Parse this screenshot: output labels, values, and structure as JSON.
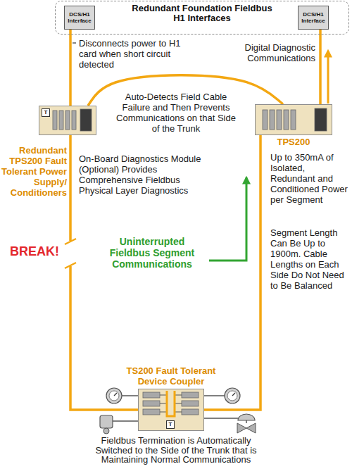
{
  "diagram": {
    "nodes": [
      {
        "text": [
          "Redundant Foundation Fieldbus H1 Interfaces"
        ]
      },
      {
        "text": [
          "DCS/H1 Interface"
        ],
        "in": 0
      },
      {
        "text": [
          "DCS/H1 Interface"
        ],
        "in": 0
      },
      {
        "text": [
          "T"
        ]
      },
      {
        "text": [
          "TPS200"
        ]
      },
      {
        "text": [
          "TS200 Fault Tolerant Device Coupler",
          "T"
        ]
      }
    ],
    "edges": [
      {
        "from": 1,
        "to": 3,
        "arrow": "none"
      },
      {
        "from": 2,
        "to": 4,
        "arrow": "none"
      },
      {
        "from": 3,
        "to": 4,
        "arrow": "none"
      },
      {
        "from": 3,
        "to": 5,
        "arrow": "none",
        "label": "BREAK!"
      },
      {
        "from": 4,
        "to": 5,
        "arrow": "none"
      }
    ],
    "labels": [
      "Disconnects power to H1 card when short circuit detected",
      "Digital Diagnostic Communications",
      "Auto-Detects Field Cable Failure and Then Prevents Communications on that Side of the Trunk",
      "Redundant TPS200 Fault Tolerant Power Supply/ Conditioners",
      "On-Board Diagnostics Module (Optional) Provides Comprehensive Fieldbus Physical Layer Diagnostics",
      "Up to 350mA of Isolated, Redundant and Conditioned Power per Segment",
      "Uninterrupted Fieldbus Segment Communications",
      "Segment Length Can Be Up to 1900m. Cable Lengths on Each Side Do Not Need to Be Balanced",
      "Fieldbus Termination is Automatically Switched to the Side of the Trunk that is Maintaining Normal Communications"
    ]
  }
}
